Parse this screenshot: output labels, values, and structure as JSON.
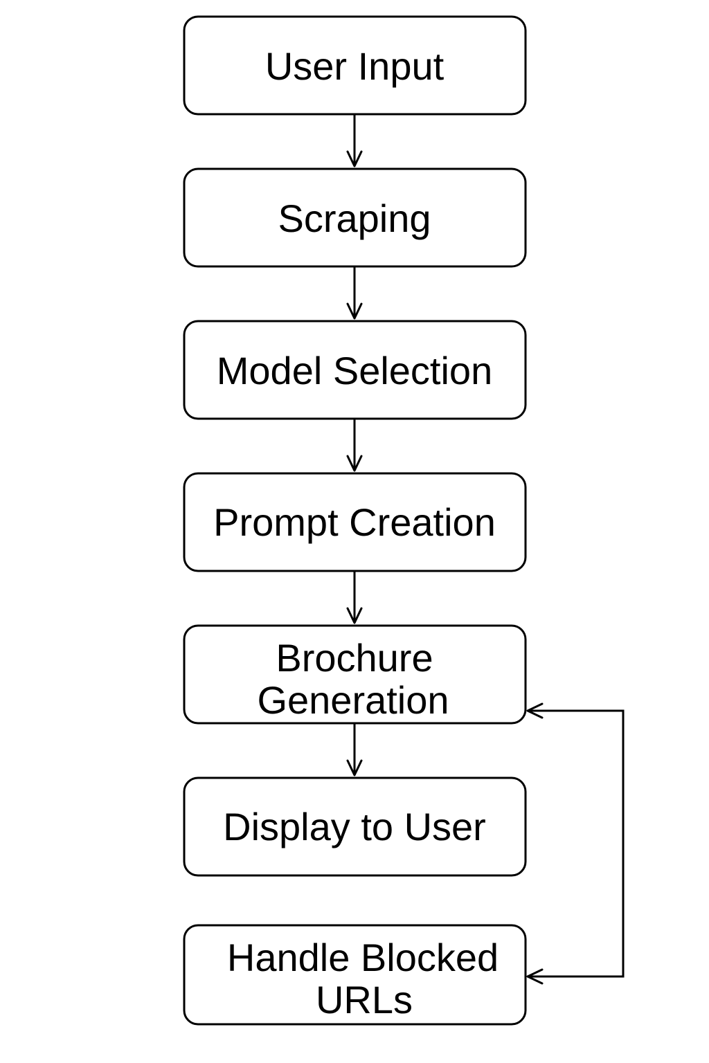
{
  "diagram": {
    "nodes": [
      {
        "id": "user-input",
        "lines": [
          "User Input"
        ]
      },
      {
        "id": "scraping",
        "lines": [
          "Scraping"
        ]
      },
      {
        "id": "model-selection",
        "lines": [
          "Model Selection"
        ]
      },
      {
        "id": "prompt-creation",
        "lines": [
          "Prompt Creation"
        ]
      },
      {
        "id": "brochure-generation",
        "lines": [
          "Brochure",
          "Generation"
        ]
      },
      {
        "id": "display-to-user",
        "lines": [
          "Display to User"
        ]
      },
      {
        "id": "handle-blocked-urls",
        "lines": [
          "Handle Blocked",
          "URLs"
        ]
      }
    ],
    "edges": [
      {
        "from": "user-input",
        "to": "scraping"
      },
      {
        "from": "scraping",
        "to": "model-selection"
      },
      {
        "from": "model-selection",
        "to": "prompt-creation"
      },
      {
        "from": "prompt-creation",
        "to": "brochure-generation"
      },
      {
        "from": "brochure-generation",
        "to": "display-to-user"
      },
      {
        "from": "handle-blocked-urls",
        "to": "brochure-generation",
        "bidirectional": true
      }
    ]
  }
}
